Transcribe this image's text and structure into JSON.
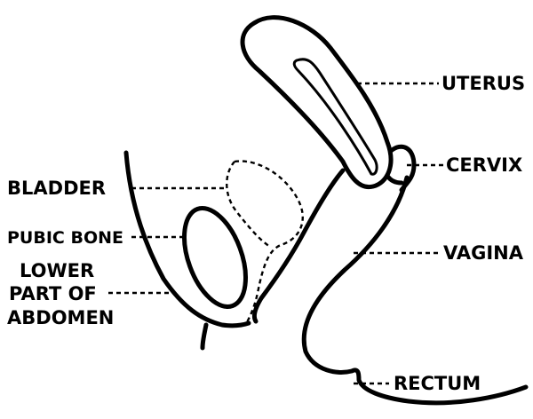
{
  "labels": {
    "uterus": "UTERUS",
    "cervix": "CERVIX",
    "vagina": "VAGINA",
    "rectum": "RECTUM",
    "bladder": "BLADDER",
    "pubic_bone": "PUBIC BONE",
    "lower_abdomen": [
      "LOWER",
      "PART OF",
      "ABDOMEN"
    ]
  },
  "colors": {
    "ink": "#000000",
    "background": "#ffffff"
  }
}
